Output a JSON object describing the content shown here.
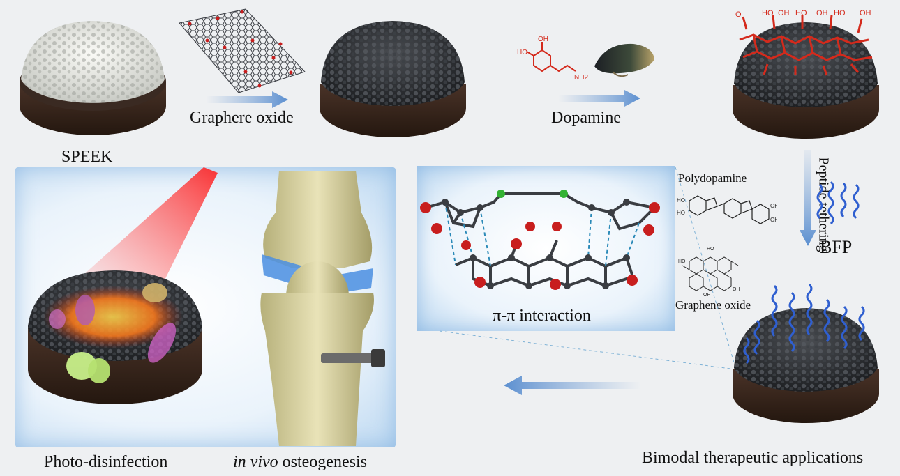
{
  "labels": {
    "speek": "SPEEK",
    "graphene_oxide_step": "Graphere oxide",
    "dopamine": "Dopamine",
    "peptide_tethering": "Peptide tethering",
    "bfp": "BFP",
    "polydopamine": "Polydopamine",
    "graphene_oxide": "Graphene oxide",
    "pi_interaction": "π-π interaction",
    "photo_disinfection": "Photo-disinfection",
    "in_vivo_italic": "in vivo",
    "osteogenesis": " osteogenesis",
    "bimodal": "Bimodal therapeutic applications"
  },
  "molecule_labels": {
    "ho": "HO",
    "oh": "OH",
    "nh2": "NH2",
    "o": "O"
  },
  "colors": {
    "arrow_blue": "#7fa6d6",
    "molecule_red": "#d42a1c",
    "protein_blue": "#2f5fd0",
    "disk_dark": "#2b2d30",
    "disk_base": "#3b2a22",
    "speek_white": "#e9ebe6",
    "glow_blue": "#bcd8f1",
    "laser_red": "#ff3a3a",
    "atom_grey": "#3a3d42",
    "atom_red": "#c81e1e",
    "atom_green": "#33b233",
    "dash_blue": "#2b8ab8"
  }
}
